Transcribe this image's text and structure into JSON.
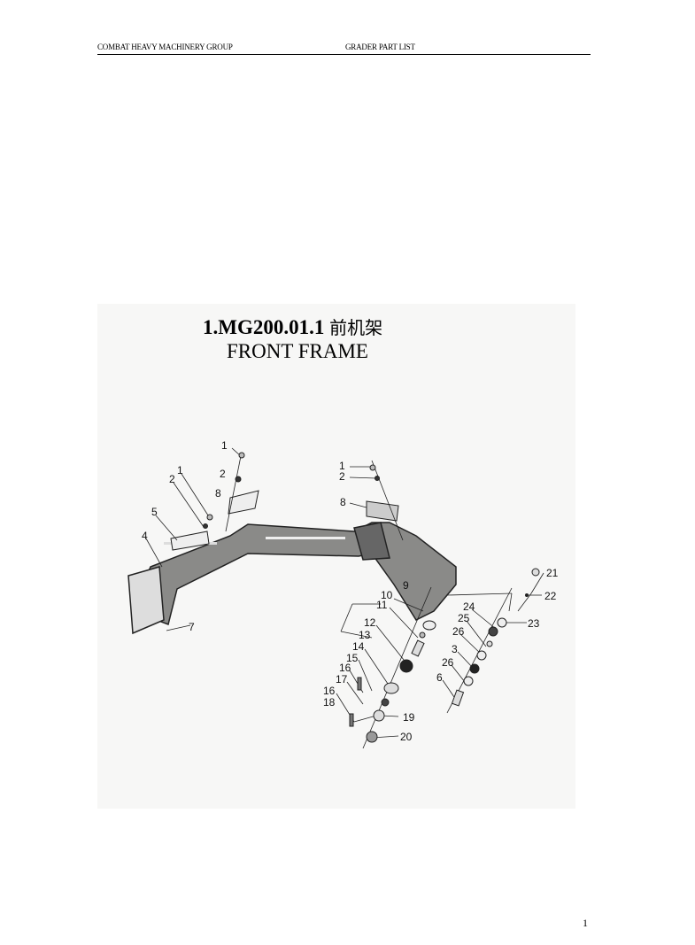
{
  "header": {
    "company": "COMBAT HEAVY MACHINERY GROUP",
    "doc_title": "GRADER PART LIST"
  },
  "figure": {
    "title_code": "1.MG200.01.1",
    "title_cn": "前机架",
    "title_en": "FRONT FRAME",
    "callouts": [
      "1",
      "2",
      "8",
      "1",
      "2",
      "5",
      "4",
      "7",
      "1",
      "2",
      "8",
      "9",
      "10",
      "11",
      "12",
      "13",
      "14",
      "15",
      "16",
      "17",
      "16",
      "18",
      "19",
      "20",
      "21",
      "22",
      "23",
      "24",
      "25",
      "26",
      "3",
      "26",
      "6"
    ]
  },
  "footer": {
    "page_number": "1"
  }
}
